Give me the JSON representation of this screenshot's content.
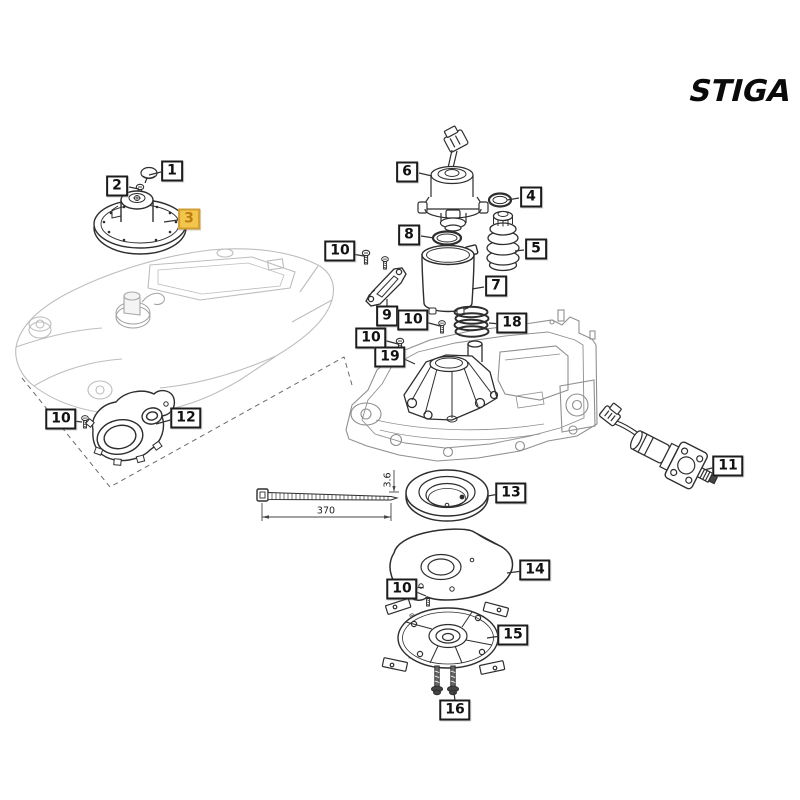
{
  "brand": {
    "logo_text": "STIGA"
  },
  "highlight": {
    "bg": "#F2C64B",
    "border": "#D29C32",
    "text": "#BE7B15"
  },
  "diagram_colors": {
    "part_line": "#2e2e2e",
    "ghost_line": "#bdbdbd",
    "chassis_line": "#8f8f8f"
  },
  "callouts": [
    {
      "ref": "1",
      "highlighted": false
    },
    {
      "ref": "2",
      "highlighted": false
    },
    {
      "ref": "3",
      "highlighted": true
    },
    {
      "ref": "6",
      "highlighted": false
    },
    {
      "ref": "4",
      "highlighted": false
    },
    {
      "ref": "8",
      "highlighted": false
    },
    {
      "ref": "5",
      "highlighted": false
    },
    {
      "ref": "10",
      "highlighted": false
    },
    {
      "ref": "7",
      "highlighted": false
    },
    {
      "ref": "9",
      "highlighted": false
    },
    {
      "ref": "10",
      "highlighted": false
    },
    {
      "ref": "18",
      "highlighted": false
    },
    {
      "ref": "10",
      "highlighted": false
    },
    {
      "ref": "19",
      "highlighted": false
    },
    {
      "ref": "10",
      "highlighted": false
    },
    {
      "ref": "12",
      "highlighted": false
    },
    {
      "ref": "11",
      "highlighted": false
    },
    {
      "ref": "13",
      "highlighted": false
    },
    {
      "ref": "14",
      "highlighted": false
    },
    {
      "ref": "10",
      "highlighted": false
    },
    {
      "ref": "15",
      "highlighted": false
    },
    {
      "ref": "16",
      "highlighted": false
    }
  ],
  "dimensions": {
    "cable_tie_length": "370",
    "cable_tie_width": "3.6"
  }
}
